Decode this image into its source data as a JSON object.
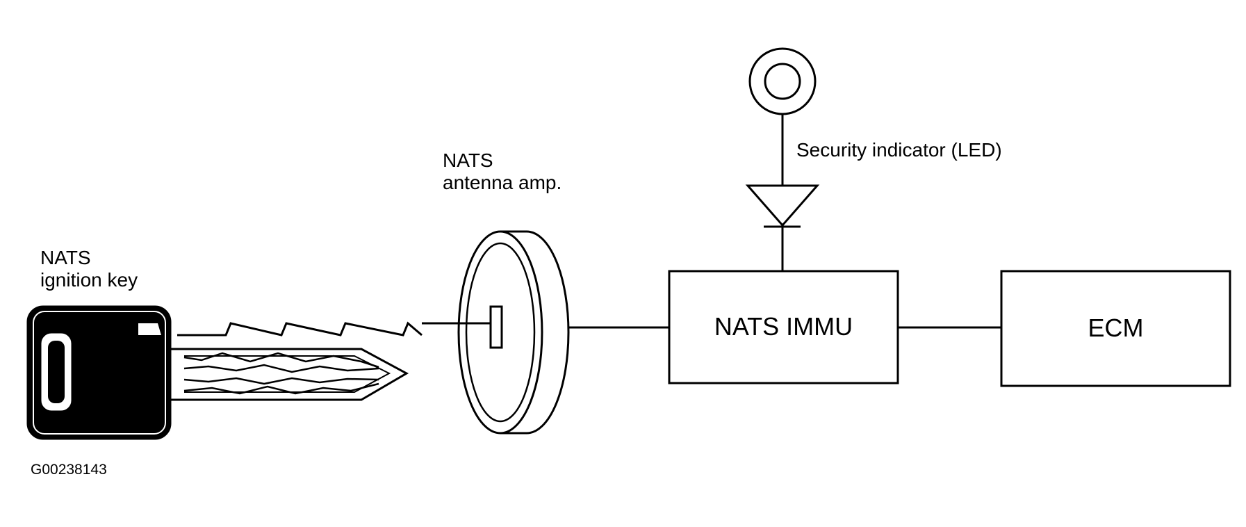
{
  "diagram": {
    "key_label": [
      "NATS",
      "ignition key"
    ],
    "antenna_label": [
      "NATS",
      "antenna amp."
    ],
    "led_label": "Security indicator (LED)",
    "immu_label": "NATS IMMU",
    "ecm_label": "ECM",
    "figure_code": "G00238143"
  }
}
